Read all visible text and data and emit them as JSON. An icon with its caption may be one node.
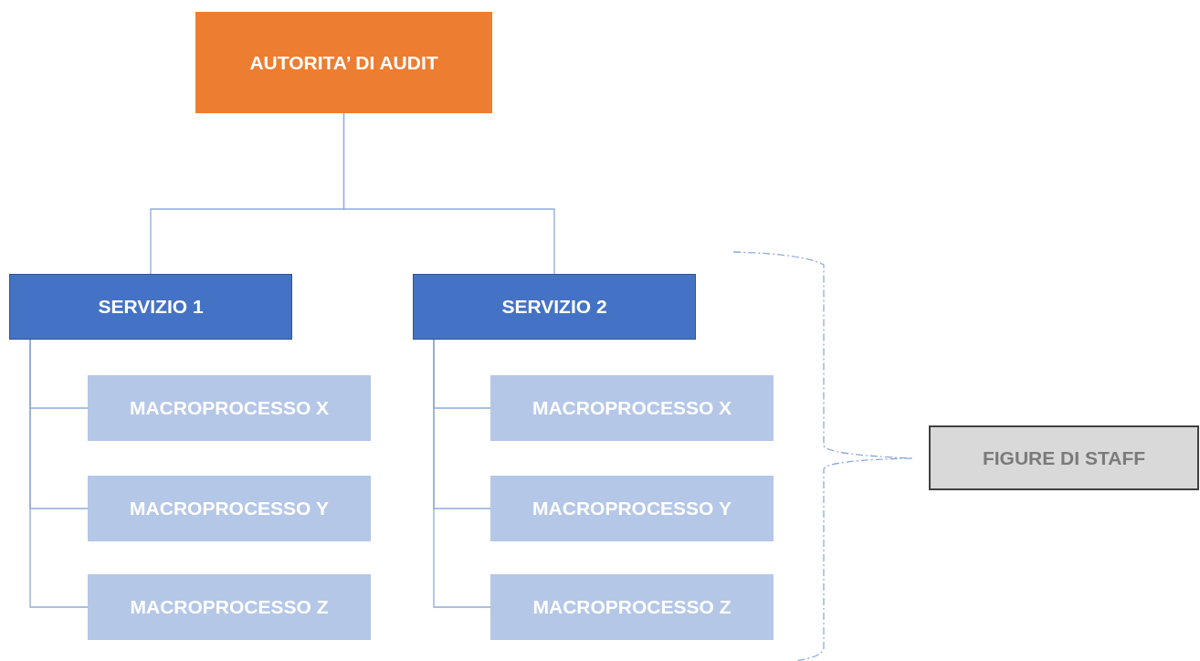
{
  "diagram": {
    "nodes": [
      {
        "text": [
          "AUTORITA’ DI AUDIT"
        ]
      },
      {
        "text": [
          "SERVIZIO 1"
        ]
      },
      {
        "text": [
          "SERVIZIO 2"
        ]
      },
      {
        "text": [
          "MACROPROCESSO X"
        ]
      },
      {
        "text": [
          "MACROPROCESSO Y"
        ]
      },
      {
        "text": [
          "MACROPROCESSO Z"
        ]
      },
      {
        "text": [
          "MACROPROCESSO X"
        ]
      },
      {
        "text": [
          "MACROPROCESSO Y"
        ]
      },
      {
        "text": [
          "MACROPROCESSO Z"
        ]
      },
      {
        "text": [
          "FIGURE DI STAFF"
        ]
      }
    ],
    "edges": [
      {
        "from": 0,
        "to": 1,
        "arrow": "none"
      },
      {
        "from": 0,
        "to": 2,
        "arrow": "none"
      },
      {
        "from": 1,
        "to": 3,
        "arrow": "none"
      },
      {
        "from": 1,
        "to": 4,
        "arrow": "none"
      },
      {
        "from": 1,
        "to": 5,
        "arrow": "none"
      },
      {
        "from": 2,
        "to": 6,
        "arrow": "none"
      },
      {
        "from": 2,
        "to": 7,
        "arrow": "none"
      },
      {
        "from": 2,
        "to": 8,
        "arrow": "none"
      }
    ]
  }
}
